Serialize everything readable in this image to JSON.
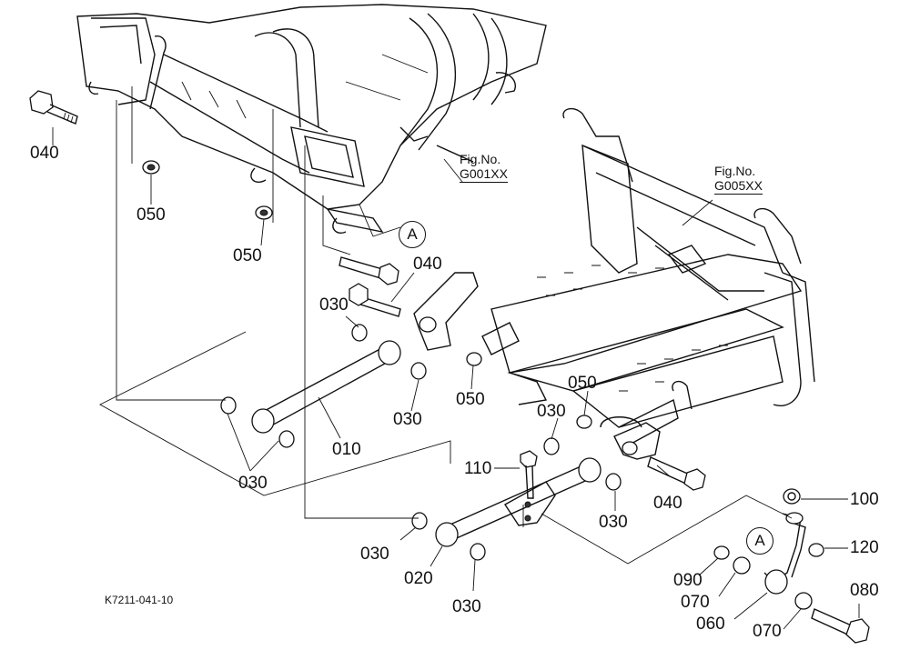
{
  "diagram_code": "K7211-041-10",
  "figure_refs": [
    {
      "label": "Fig.No.",
      "number": "G001XX"
    },
    {
      "label": "Fig.No.",
      "number": "G005XX"
    }
  ],
  "ref_marks": [
    "A",
    "A"
  ],
  "callouts": {
    "p040_top": "040",
    "p050_a": "050",
    "p050_b": "050",
    "p040_mid": "040",
    "p030_a": "030",
    "p050_c": "050",
    "p030_b": "030",
    "p010": "010",
    "p030_c": "030",
    "p050_d": "050",
    "p030_d": "030",
    "p110": "110",
    "p040_low": "040",
    "p030_e": "030",
    "p100": "100",
    "p030_f": "030",
    "p020": "020",
    "p030_g": "030",
    "p120": "120",
    "p090": "090",
    "p070_a": "070",
    "p080": "080",
    "p060": "060",
    "p070_b": "070"
  }
}
